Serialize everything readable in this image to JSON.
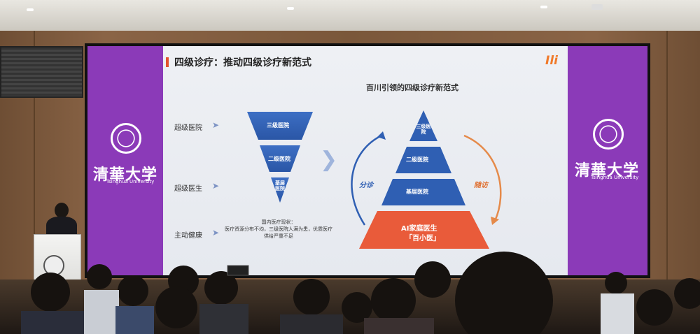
{
  "slide": {
    "title": "四级诊疗：推动四级诊疗新范式",
    "logo": "Ili",
    "subtitle": "百川引领的四级诊疗新范式"
  },
  "university": {
    "name": "清華大学",
    "english": "Tsinghua University"
  },
  "left_rows": [
    {
      "label": "超级医院"
    },
    {
      "label": "超级医生"
    },
    {
      "label": "主动健康"
    }
  ],
  "inverted_pyramid": {
    "levels": [
      "三级医院",
      "二级医院",
      "基层医院"
    ]
  },
  "status_note": {
    "heading": "国内医疗现状：",
    "body": "医疗资源分布不均，三级医院人满为患，优质医疗供给严重不足"
  },
  "pyramid": {
    "top": "三级医院",
    "second": "二级医院",
    "third": "基层医院",
    "base_line1": "AI家庭医生",
    "base_line2": "「百小医」",
    "left_curve": "分诊",
    "right_curve": "随访"
  },
  "colors": {
    "accent_orange": "#e95b3a",
    "pyramid_blue": "#2f5fb3",
    "panel_purple": "#8b3ab8"
  }
}
